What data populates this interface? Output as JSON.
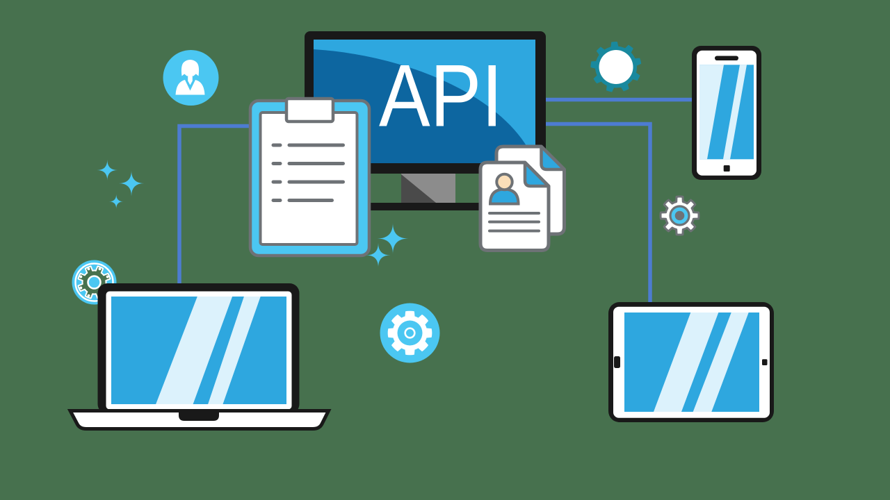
{
  "scene": {
    "title": "API multi-device integration illustration",
    "description": "Flat illustration of an API connecting a desktop monitor, laptop, smartphone and tablet with documents, clipboard checklist, gears and sparkles"
  },
  "palette": {
    "bg": "#47714E",
    "ink": "#191919",
    "white": "#FFFFFF",
    "screen-blue": "#2EA7DF",
    "screen-dark": "#0D66A0",
    "pale-blue": "#DCF2FC",
    "cyan": "#4BC7F2",
    "teal": "#19899E",
    "line-blue": "#4D7CD1",
    "grey": "#6E7276",
    "stand-grey": "#8C8C8C",
    "stand-dark": "#4A4A4A",
    "skin": "#FBDFB9"
  },
  "monitor": {
    "label": "API"
  },
  "clipboard": {
    "checklist_rows": 4
  },
  "documents": {
    "count": 2,
    "text_lines": 3
  },
  "icons": [
    "user-avatar-icon",
    "gear-icon-teal",
    "gear-icon-outline",
    "gear-icon-circle",
    "gear-icon-ring",
    "sparkle-icon",
    "clipboard-checklist-icon",
    "profile-document-icon"
  ]
}
